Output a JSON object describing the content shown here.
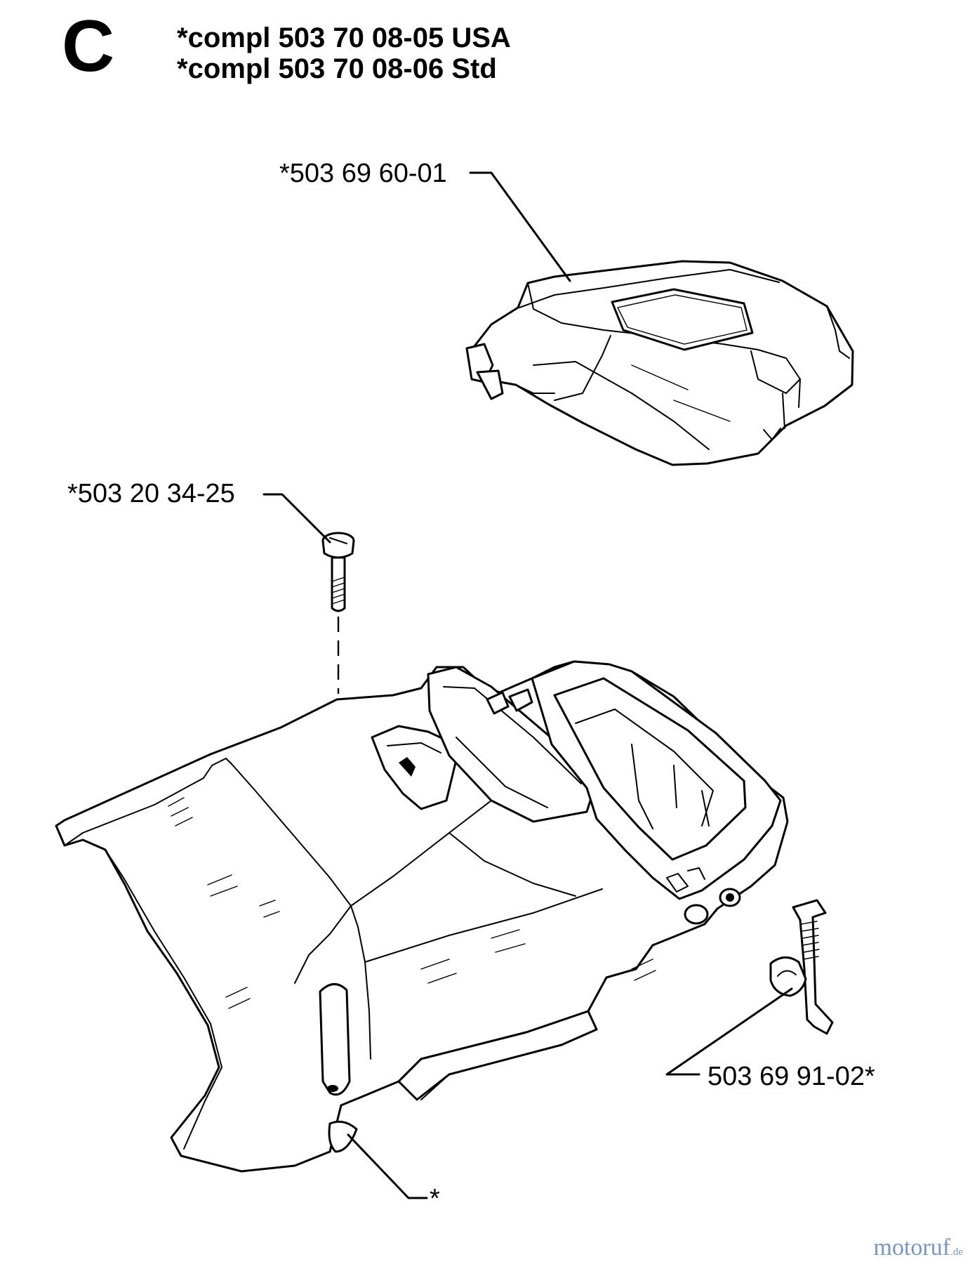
{
  "section_letter": "C",
  "assembly_lines": [
    "*compl 503 70 08-05 USA",
    "*compl 503 70 08-06 Std"
  ],
  "callouts": {
    "top_cover": "*503 69 60-01",
    "screw": "*503 20 34-25",
    "clip": "503 69 91-02*",
    "bottom_part": "*"
  },
  "watermark": {
    "text": "motoruf",
    "suffix": ".de",
    "color": "#7a95b8"
  }
}
